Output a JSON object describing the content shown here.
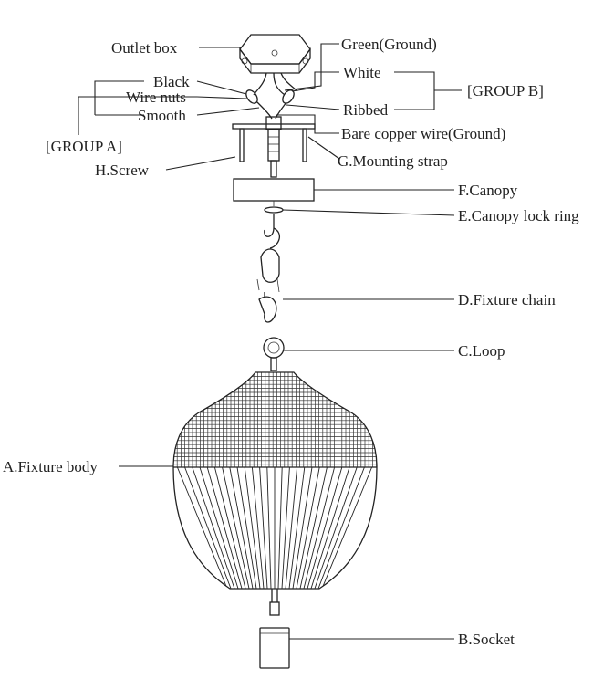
{
  "labels": {
    "outlet_box": "Outlet box",
    "black": "Black",
    "wire_nuts": "Wire nuts",
    "smooth": "Smooth",
    "group_a": "[GROUP A]",
    "h_screw": "H.Screw",
    "green_ground": "Green(Ground)",
    "white": "White",
    "group_b": "[GROUP B]",
    "ribbed": "Ribbed",
    "bare_copper": "Bare copper wire(Ground)",
    "g_mounting": "G.Mounting strap",
    "f_canopy": "F.Canopy",
    "e_lock_ring": "E.Canopy lock ring",
    "d_chain": "D.Fixture chain",
    "c_loop": "C.Loop",
    "a_body": "A.Fixture body",
    "b_socket": "B.Socket"
  }
}
